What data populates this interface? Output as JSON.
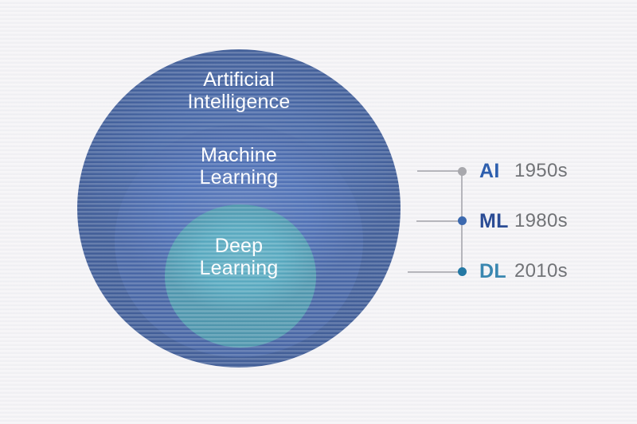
{
  "background_color": "#f4f3f6",
  "diagram": {
    "circles": [
      {
        "name": "artificial-intelligence",
        "label_lines": [
          "Artificial",
          "Intelligence"
        ],
        "fill_color": "#3a5da1",
        "text_color": "#fdfdfe"
      },
      {
        "name": "machine-learning",
        "label_lines": [
          "Machine",
          "Learning"
        ],
        "fill_color": "#4267b1",
        "text_color": "#fdfdfe"
      },
      {
        "name": "deep-learning",
        "label_lines": [
          "Deep",
          "Learning"
        ],
        "fill_color": "#4ba4bc",
        "text_color": "#fdfdfe"
      }
    ]
  },
  "timeline": {
    "entries": [
      {
        "abbr": "AI",
        "year": "1950s",
        "dot_color": "#a8a8ad",
        "abbr_color": "#2e5fae"
      },
      {
        "abbr": "ML",
        "year": "1980s",
        "dot_color": "#3c69af",
        "abbr_color": "#2b4c95"
      },
      {
        "abbr": "DL",
        "year": "2010s",
        "dot_color": "#2478a4",
        "abbr_color": "#3a87b0"
      }
    ],
    "year_color": "#717377",
    "connector_color": "#b5b5bb"
  }
}
